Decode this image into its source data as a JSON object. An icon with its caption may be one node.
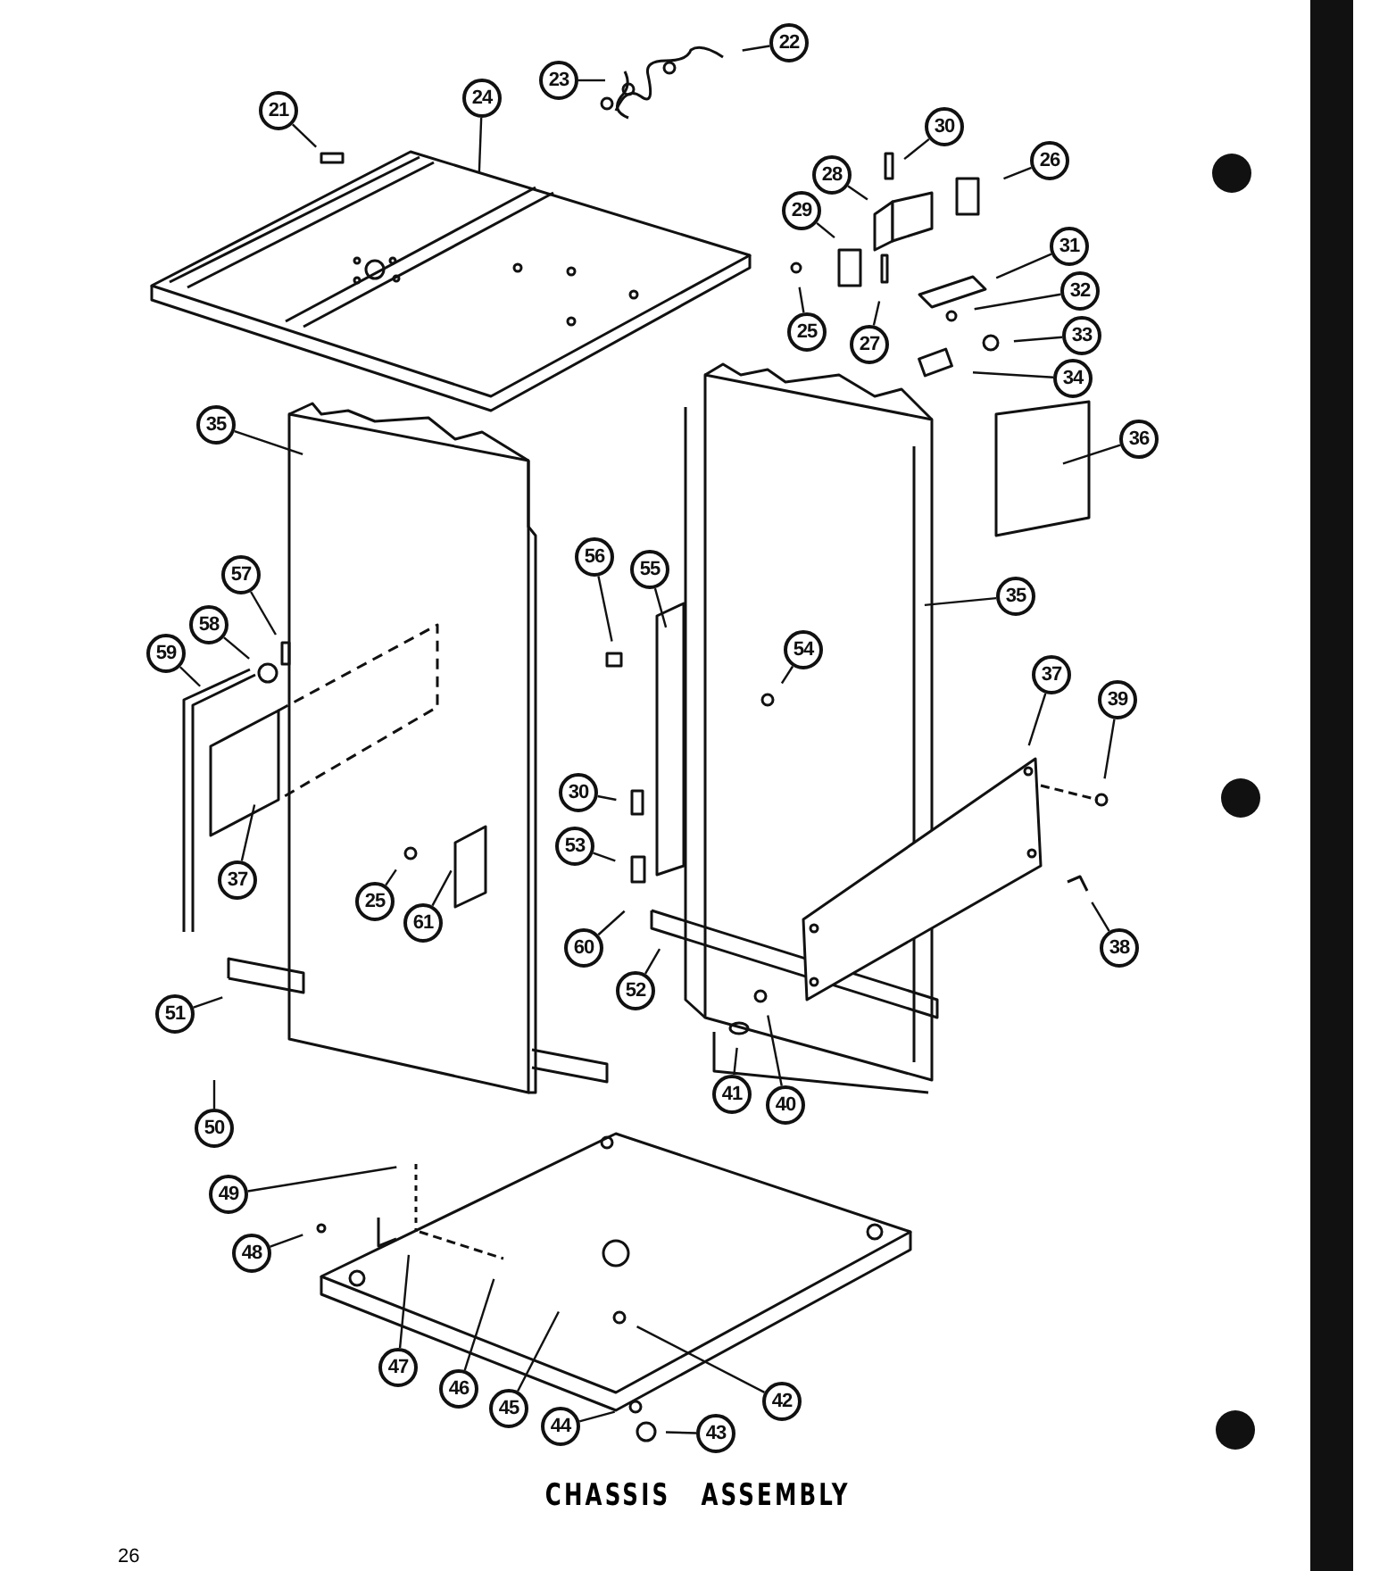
{
  "diagram": {
    "caption": "CHASSIS ASSEMBLY",
    "nodes": [
      {
        "text": [
          "21"
        ]
      },
      {
        "text": [
          "24"
        ]
      },
      {
        "text": [
          "23"
        ]
      },
      {
        "text": [
          "22"
        ]
      },
      {
        "text": [
          "30"
        ]
      },
      {
        "text": [
          "28"
        ]
      },
      {
        "text": [
          "26"
        ]
      },
      {
        "text": [
          "29"
        ]
      },
      {
        "text": [
          "31"
        ]
      },
      {
        "text": [
          "32"
        ]
      },
      {
        "text": [
          "33"
        ]
      },
      {
        "text": [
          "34"
        ]
      },
      {
        "text": [
          "25"
        ]
      },
      {
        "text": [
          "27"
        ]
      },
      {
        "text": [
          "35"
        ]
      },
      {
        "text": [
          "36"
        ]
      },
      {
        "text": [
          "56"
        ]
      },
      {
        "text": [
          "55"
        ]
      },
      {
        "text": [
          "35"
        ]
      },
      {
        "text": [
          "54"
        ]
      },
      {
        "text": [
          "57"
        ]
      },
      {
        "text": [
          "58"
        ]
      },
      {
        "text": [
          "59"
        ]
      },
      {
        "text": [
          "37"
        ]
      },
      {
        "text": [
          "39"
        ]
      },
      {
        "text": [
          "37"
        ]
      },
      {
        "text": [
          "30"
        ]
      },
      {
        "text": [
          "53"
        ]
      },
      {
        "text": [
          "25"
        ]
      },
      {
        "text": [
          "61"
        ]
      },
      {
        "text": [
          "60"
        ]
      },
      {
        "text": [
          "52"
        ]
      },
      {
        "text": [
          "38"
        ]
      },
      {
        "text": [
          "51"
        ]
      },
      {
        "text": [
          "41"
        ]
      },
      {
        "text": [
          "40"
        ]
      },
      {
        "text": [
          "50"
        ]
      },
      {
        "text": [
          "49"
        ]
      },
      {
        "text": [
          "48"
        ]
      },
      {
        "text": [
          "47"
        ]
      },
      {
        "text": [
          "46"
        ]
      },
      {
        "text": [
          "45"
        ]
      },
      {
        "text": [
          "42"
        ]
      },
      {
        "text": [
          "44"
        ]
      },
      {
        "text": [
          "43"
        ]
      }
    ],
    "edges": [
      {
        "from": 0,
        "to": null,
        "arrow": "none"
      },
      {
        "from": 1,
        "to": null,
        "arrow": "none"
      },
      {
        "from": 2,
        "to": null,
        "arrow": "none"
      },
      {
        "from": 3,
        "to": null,
        "arrow": "none"
      },
      {
        "from": 4,
        "to": null,
        "arrow": "none"
      },
      {
        "from": 5,
        "to": null,
        "arrow": "none"
      },
      {
        "from": 6,
        "to": null,
        "arrow": "none"
      },
      {
        "from": 7,
        "to": null,
        "arrow": "none"
      },
      {
        "from": 8,
        "to": null,
        "arrow": "none"
      },
      {
        "from": 9,
        "to": null,
        "arrow": "none"
      },
      {
        "from": 10,
        "to": null,
        "arrow": "none"
      },
      {
        "from": 11,
        "to": null,
        "arrow": "none"
      },
      {
        "from": 12,
        "to": null,
        "arrow": "none"
      },
      {
        "from": 13,
        "to": null,
        "arrow": "none"
      },
      {
        "from": 14,
        "to": null,
        "arrow": "none"
      },
      {
        "from": 15,
        "to": null,
        "arrow": "none"
      },
      {
        "from": 16,
        "to": null,
        "arrow": "none"
      },
      {
        "from": 17,
        "to": null,
        "arrow": "none"
      },
      {
        "from": 18,
        "to": null,
        "arrow": "none"
      },
      {
        "from": 19,
        "to": null,
        "arrow": "none"
      },
      {
        "from": 20,
        "to": null,
        "arrow": "none"
      },
      {
        "from": 21,
        "to": null,
        "arrow": "none"
      },
      {
        "from": 22,
        "to": null,
        "arrow": "none"
      },
      {
        "from": 23,
        "to": null,
        "arrow": "none"
      },
      {
        "from": 24,
        "to": null,
        "arrow": "none"
      },
      {
        "from": 25,
        "to": null,
        "arrow": "none"
      },
      {
        "from": 26,
        "to": null,
        "arrow": "none"
      },
      {
        "from": 27,
        "to": null,
        "arrow": "none"
      },
      {
        "from": 28,
        "to": null,
        "arrow": "none"
      },
      {
        "from": 29,
        "to": null,
        "arrow": "none"
      },
      {
        "from": 30,
        "to": null,
        "arrow": "none"
      },
      {
        "from": 31,
        "to": null,
        "arrow": "none"
      },
      {
        "from": 32,
        "to": null,
        "arrow": "none"
      },
      {
        "from": 33,
        "to": null,
        "arrow": "none"
      },
      {
        "from": 34,
        "to": null,
        "arrow": "none"
      },
      {
        "from": 35,
        "to": null,
        "arrow": "none"
      },
      {
        "from": 36,
        "to": null,
        "arrow": "none"
      },
      {
        "from": 37,
        "to": null,
        "arrow": "none"
      },
      {
        "from": 38,
        "to": null,
        "arrow": "none"
      },
      {
        "from": 39,
        "to": null,
        "arrow": "none"
      },
      {
        "from": 40,
        "to": null,
        "arrow": "none"
      },
      {
        "from": 41,
        "to": null,
        "arrow": "none"
      },
      {
        "from": 42,
        "to": null,
        "arrow": "none"
      },
      {
        "from": 43,
        "to": null,
        "arrow": "none"
      },
      {
        "from": 44,
        "to": null,
        "arrow": "none"
      }
    ],
    "labels": [
      "26"
    ]
  }
}
